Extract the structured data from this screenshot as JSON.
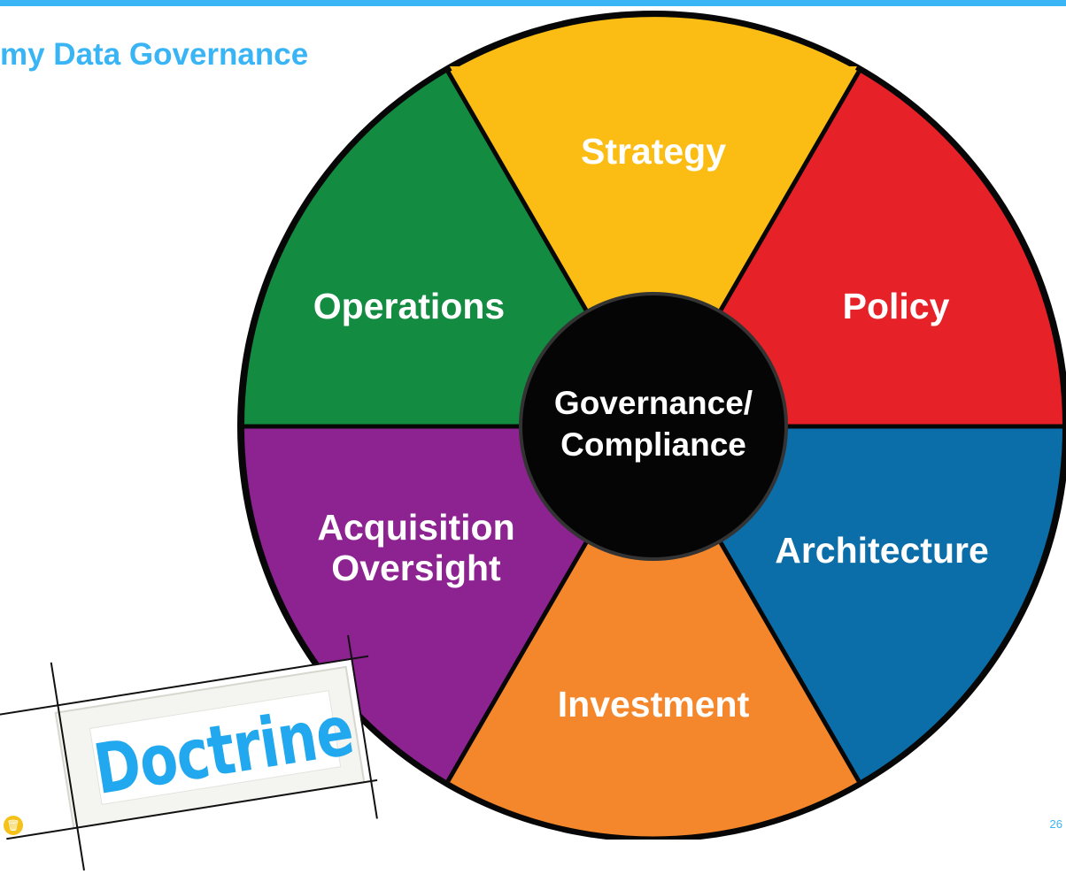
{
  "slide": {
    "title": "my Data Governance",
    "page_number": "26"
  },
  "wheel": {
    "hub": {
      "line1": "Governance/",
      "line2": "Compliance",
      "color": "#050505"
    },
    "segments": [
      {
        "label": "Strategy",
        "color": "#fbbd14"
      },
      {
        "label": "Policy",
        "color": "#e62128"
      },
      {
        "label": "Architecture",
        "color": "#0c6ea8"
      },
      {
        "label": "Investment",
        "color": "#f4872c"
      },
      {
        "line1": "Acquisition",
        "line2": "Oversight",
        "color": "#8d2291"
      },
      {
        "label": "Operations",
        "color": "#138c42"
      }
    ],
    "rim_color": "#070707"
  },
  "stamp": {
    "text": "Doctrine",
    "color": "#22a8ee"
  },
  "colors": {
    "accent": "#39b4f4"
  },
  "icons": {
    "footer_icon": "trash-icon"
  }
}
